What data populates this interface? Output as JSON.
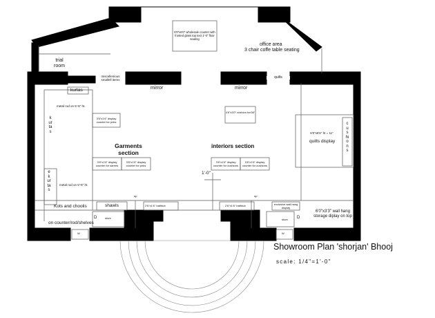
{
  "title": "Showroom Plan 'shorjan' Bhooj",
  "scale": "scale: 1/4\"=1'-0\"",
  "rooms": {
    "trial_room": "trial room",
    "office": "office area",
    "office_seating": "3 chair coffe table seating",
    "garments": "Garments section",
    "interiors": "interiors section"
  },
  "labels": {
    "wholesale_counter": "6'0\"x6'0\" wholesale counter with frosted glass top text 1'-0\" floor seating",
    "misc_items": "miscellenious smallell items",
    "quilts_top": "quilts",
    "kurtas": "kurtas",
    "mirror_left": "mirror",
    "mirror_right": "mirror",
    "metal_rod_1": "metal rod on 5'-6\" ht.",
    "metal_rod_2": "metal rod on 5'-6\" ht.",
    "kurtas_vertical": "kurtas",
    "kurtas_vertical_2": "ekurtas",
    "display_pks": "3'6\"x1'6\" display counter for pnks",
    "display_sarees": "3'6\"x1'6\" display counter for sarees",
    "display_pks2": "3'6\"x1'6\" display counter for pnks",
    "cushion_counter": "4'6\"x3'0\" cushion tcn36\"",
    "display_cushions_1": "3'6\"x1'6\" display counter for cushions",
    "display_cushions_2": "3'6\"x1'6\" display counter for cushions",
    "quilts_display_dim": "6'0\"x6'6\" ht = 11\"",
    "quilts_display": "quilts display",
    "cushions_vertical": "cushions",
    "dim_1_0": "1'-0\"",
    "kots": "Kots and choolis",
    "shawls": "shawls",
    "on_counter": "on counter/rod/shelves",
    "d_left": "D",
    "d_right": "D",
    "store_left": "store",
    "store_right": "store",
    "bathtub_left": "2'6\"x1'6\" bathtub",
    "bathtub_right": "2'6\"x1'6\" bathtub",
    "exclusive": "exclusive wall hang display",
    "wall_hang": "6'0\"x3'3\" wall hang storage diplay on top",
    "up_left": "up",
    "up_right": "up",
    "w_left": "W",
    "w_right": "W"
  }
}
